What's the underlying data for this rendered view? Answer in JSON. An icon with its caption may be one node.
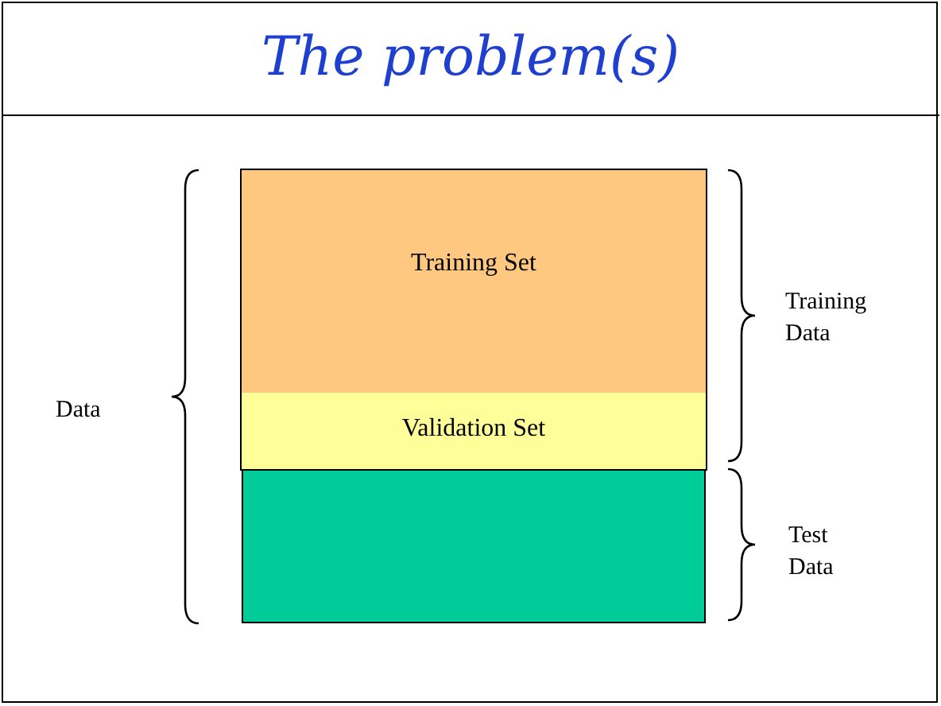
{
  "diagram": {
    "title": "The problem(s)",
    "nodes": [
      {
        "text": [
          "Training Set"
        ]
      },
      {
        "text": [
          "Validation Set"
        ]
      },
      {
        "text": [],
        "shape": "box"
      }
    ],
    "edges": [],
    "labels": [
      "Data",
      "Training Data",
      "Test Data"
    ]
  }
}
